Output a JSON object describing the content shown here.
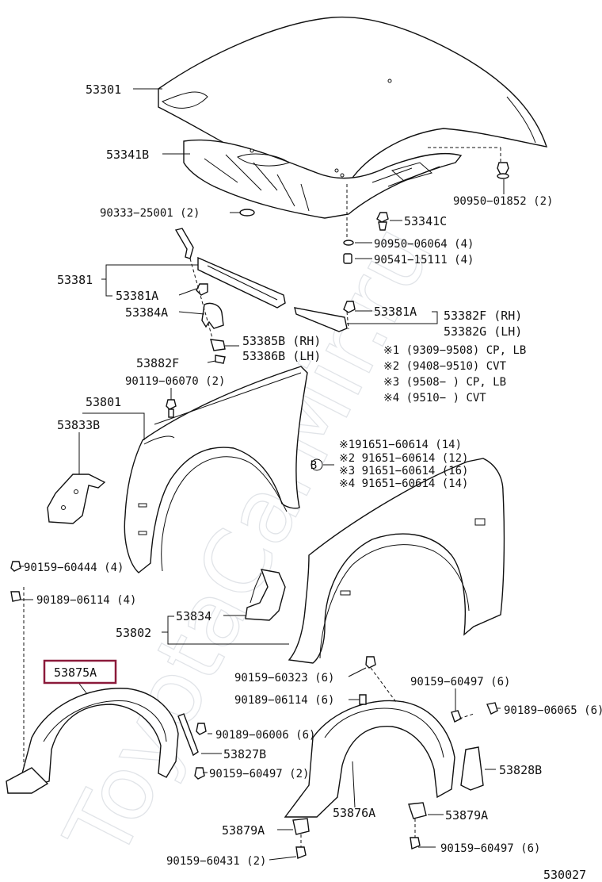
{
  "watermark": "ToyotaCarMir.ru",
  "diagram_id": "530027",
  "notes": {
    "n1": "※1 (9309−9508) CP, LB",
    "n2": "※2 (9408−9510) CVT",
    "n3": "※3 (9508−        ) CP, LB",
    "n4": "※4 (9510−        ) CVT"
  },
  "bolt_variants": {
    "v1": "※191651−60614 (14)",
    "v2": "※2 91651−60614 (12)",
    "v3": "※3 91651−60614 (16)",
    "v4": "※4 91651−60614 (14)",
    "marker": "B"
  },
  "parts": {
    "p53301": "53301",
    "p53341B": "53341B",
    "p90950_01852": "90950−01852 (2)",
    "p90333_25001": "90333−25001 (2)",
    "p53341C": "53341C",
    "p90950_06064": "90950−06064 (4)",
    "p90541_15111": "90541−15111 (4)",
    "p53381": "53381",
    "p53381A_1": "53381A",
    "p53384A": "53384A",
    "p53381A_2": "53381A",
    "p53382F": "53382F (RH)",
    "p53382G": "53382G (LH)",
    "p53385B": "53385B (RH)",
    "p53386B": "53386B (LH)",
    "p53882F": "53882F",
    "p90119_06070": "90119−06070 (2)",
    "p53801": "53801",
    "p53833B": "53833B",
    "p90159_60444": "90159−60444 (4)",
    "p90189_06114_a": "90189−06114 (4)",
    "p53834": "53834",
    "p53802": "53802",
    "p53875A": "53875A",
    "p90159_60323": "90159−60323 (6)",
    "p90189_06114_b": "90189−06114 (6)",
    "p90159_60497_a": "90159−60497 (6)",
    "p90189_06065": "90189−06065 (6)",
    "p90189_06006": "90189−06006 (6)",
    "p53827B": "53827B",
    "p90159_60497_b": "90159−60497 (2)",
    "p53828B": "53828B",
    "p53876A": "53876A",
    "p53879A_1": "53879A",
    "p53879A_2": "53879A",
    "p90159_60497_c": "90159−60497 (6)",
    "p90159_60431": "90159−60431 (2)"
  },
  "colors": {
    "highlight": "#8b1a3a",
    "ink": "#111111",
    "watermark": "#c9ced6"
  }
}
